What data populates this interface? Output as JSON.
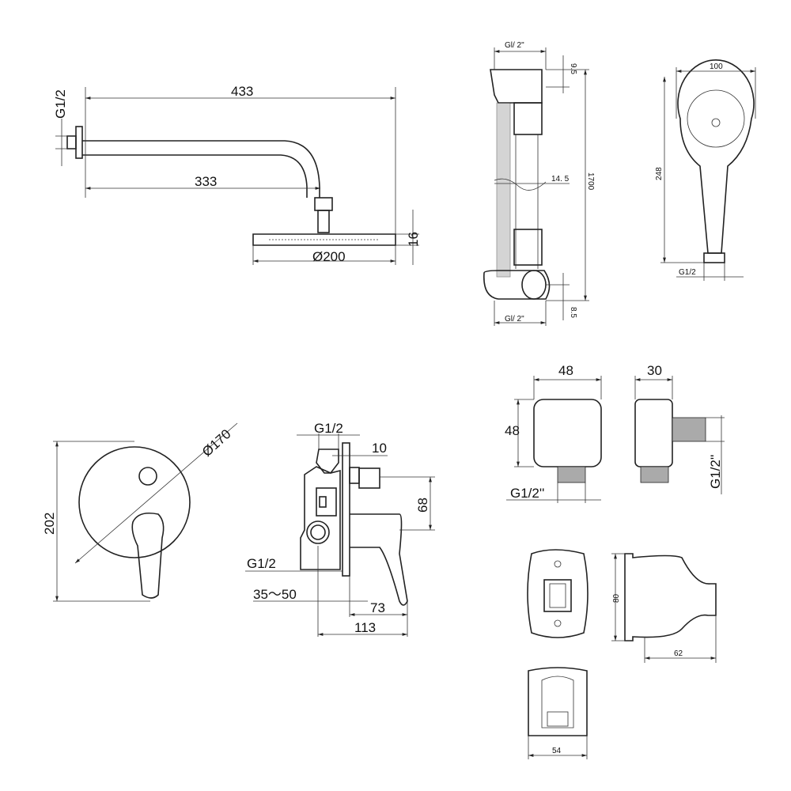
{
  "shower_arm": {
    "length_total": "433",
    "length_arm": "333",
    "thread": "G1/2",
    "head_height": "16",
    "head_diameter": "Ø200"
  },
  "hose": {
    "thread_top": "Gl/ 2\"",
    "tol_top": "9.5",
    "diameter": "14. 5",
    "length": "1700",
    "thread_bottom": "Gl/ 2\"",
    "tol_bottom": "8.5"
  },
  "hand_shower": {
    "width": "100",
    "length": "248",
    "thread": "G1/2"
  },
  "wall_outlet": {
    "front_width": "48",
    "front_height": "48",
    "front_thread": "G1/2''",
    "side_depth": "30",
    "side_thread": "G1/2''"
  },
  "cover_plate": {
    "diameter": "Ø170",
    "height": "202"
  },
  "mixer_body": {
    "thread_top": "G1/2",
    "plate_offset": "10",
    "outlet_spacing": "68",
    "thread_bottom": "G1/2",
    "depth_range": "35～50",
    "handle_projection": "73",
    "total_depth": "113"
  },
  "holder": {
    "height": "80",
    "depth": "62",
    "width": "54"
  }
}
